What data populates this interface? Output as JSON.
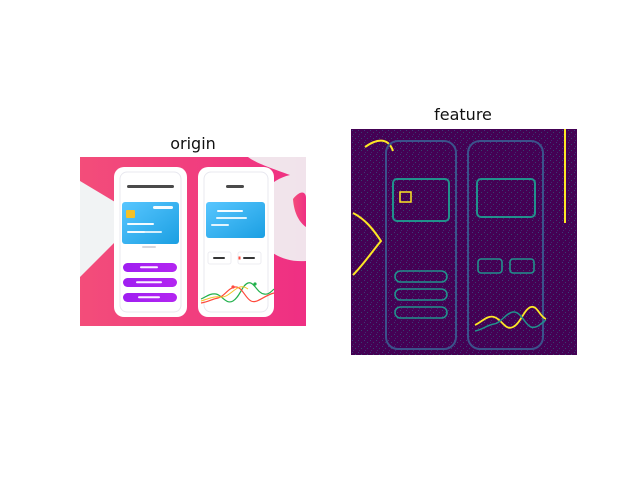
{
  "figure": {
    "titles": {
      "left": "origin",
      "right": "feature"
    }
  },
  "panels": {
    "origin": {
      "description_icons": [
        "phone-mockup",
        "card",
        "buttons",
        "wave-chart"
      ],
      "colors": {
        "pink_left": "#f34d7a",
        "pink_right": "#ef2f83",
        "white_shape": "#f1f3f4",
        "phone_shell": "#ffffff",
        "card_blue": "#1b9fe2",
        "card_blue_light": "#58c6ff",
        "button_purple": "#b326f1",
        "wave_red": "#ff4a3d",
        "wave_green": "#22b14c",
        "wave_yellow": "#f4c126"
      },
      "left_phone": {
        "header_text": "",
        "card_text": "",
        "buttons": [
          "",
          "",
          ""
        ]
      },
      "right_phone": {
        "header_text": "",
        "card_text": "",
        "pills": [
          "",
          ""
        ]
      }
    },
    "feature": {
      "colors": {
        "background": "#440154",
        "edge_mid": "#3b528b",
        "edge_high": "#21918c",
        "edge_peak": "#fde725"
      }
    }
  }
}
